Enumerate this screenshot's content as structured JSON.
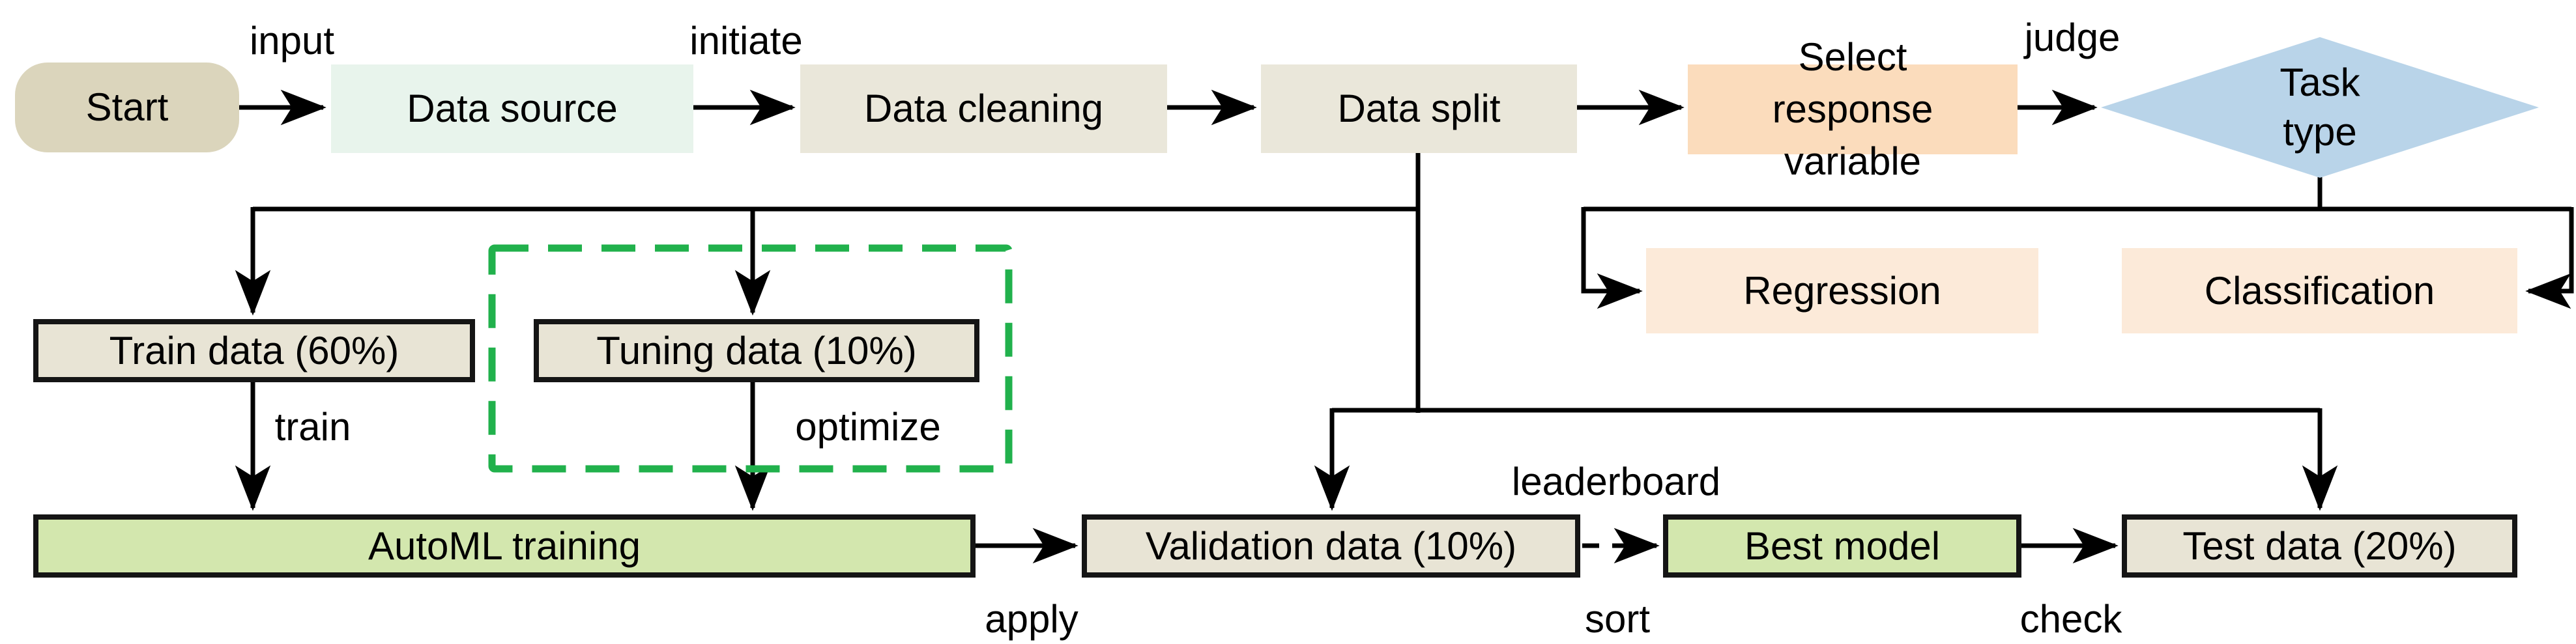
{
  "diagram": {
    "type": "flowchart",
    "nodes": {
      "start": {
        "label": "Start",
        "shape": "rounded-rect",
        "fill": "#dbd5bc"
      },
      "data_source": {
        "label": "Data source",
        "shape": "rect",
        "fill": "#e8f4ec"
      },
      "data_cleaning": {
        "label": "Data cleaning",
        "shape": "rect",
        "fill": "#eae7da"
      },
      "data_split": {
        "label": "Data split",
        "shape": "rect",
        "fill": "#eae7da"
      },
      "select_response": {
        "label": "Select\nresponse\nvariable",
        "shape": "rect",
        "fill": "#fbdcbc"
      },
      "task_type": {
        "label": "Task\ntype",
        "shape": "diamond",
        "fill": "#b9d4e9"
      },
      "regression": {
        "label": "Regression",
        "shape": "rect",
        "fill": "#fcead9"
      },
      "classification": {
        "label": "Classification",
        "shape": "rect",
        "fill": "#fcead9"
      },
      "train_data": {
        "label": "Train data (60%)",
        "shape": "bordered-rect",
        "fill": "#e8e4d5"
      },
      "tuning_data": {
        "label": "Tuning data (10%)",
        "shape": "bordered-rect",
        "fill": "#e8e4d5"
      },
      "automl_training": {
        "label": "AutoML training",
        "shape": "bordered-rect",
        "fill": "#d3e7ae"
      },
      "validation_data": {
        "label": "Validation data (10%)",
        "shape": "bordered-rect",
        "fill": "#e8e4d5"
      },
      "best_model": {
        "label": "Best model",
        "shape": "bordered-rect",
        "fill": "#d3e7ae"
      },
      "test_data": {
        "label": "Test data (20%)",
        "shape": "bordered-rect",
        "fill": "#e8e4d5"
      }
    },
    "edge_labels": {
      "input": "input",
      "initiate": "initiate",
      "judge": "judge",
      "train": "train",
      "optimize": "optimize",
      "apply": "apply",
      "leaderboard": "leaderboard",
      "sort": "sort",
      "check": "check"
    },
    "edges": [
      {
        "from": "start",
        "to": "data_source",
        "label": "input",
        "style": "solid-arrow"
      },
      {
        "from": "data_source",
        "to": "data_cleaning",
        "label": "initiate",
        "style": "solid-arrow"
      },
      {
        "from": "data_cleaning",
        "to": "data_split",
        "label": "",
        "style": "solid-arrow"
      },
      {
        "from": "data_split",
        "to": "select_response",
        "label": "",
        "style": "solid-arrow"
      },
      {
        "from": "select_response",
        "to": "task_type",
        "label": "judge",
        "style": "solid-arrow"
      },
      {
        "from": "task_type",
        "to": "regression",
        "label": "",
        "style": "solid-arrow"
      },
      {
        "from": "task_type",
        "to": "classification",
        "label": "",
        "style": "solid-arrow"
      },
      {
        "from": "data_split",
        "to": "train_data",
        "label": "",
        "style": "solid-arrow"
      },
      {
        "from": "data_split",
        "to": "tuning_data",
        "label": "",
        "style": "solid-arrow"
      },
      {
        "from": "data_split",
        "to": "validation_data",
        "label": "",
        "style": "solid-arrow"
      },
      {
        "from": "data_split",
        "to": "test_data",
        "label": "",
        "style": "solid-arrow"
      },
      {
        "from": "train_data",
        "to": "automl_training",
        "label": "train",
        "style": "solid-arrow"
      },
      {
        "from": "tuning_data",
        "to": "automl_training",
        "label": "optimize",
        "style": "solid-arrow"
      },
      {
        "from": "automl_training",
        "to": "validation_data",
        "label": "apply",
        "style": "solid-arrow"
      },
      {
        "from": "validation_data",
        "to": "best_model",
        "label": "leaderboard / sort",
        "style": "dashed-arrow"
      },
      {
        "from": "best_model",
        "to": "test_data",
        "label": "check",
        "style": "solid-arrow"
      }
    ],
    "annotations": {
      "tuning_highlight": "green dashed rectangle around tuning-data path"
    },
    "colors": {
      "connector": "#000000",
      "dashed_highlight": "#21b14c",
      "node_border": "#151515",
      "text": "#000000",
      "background": "#ffffff"
    }
  }
}
